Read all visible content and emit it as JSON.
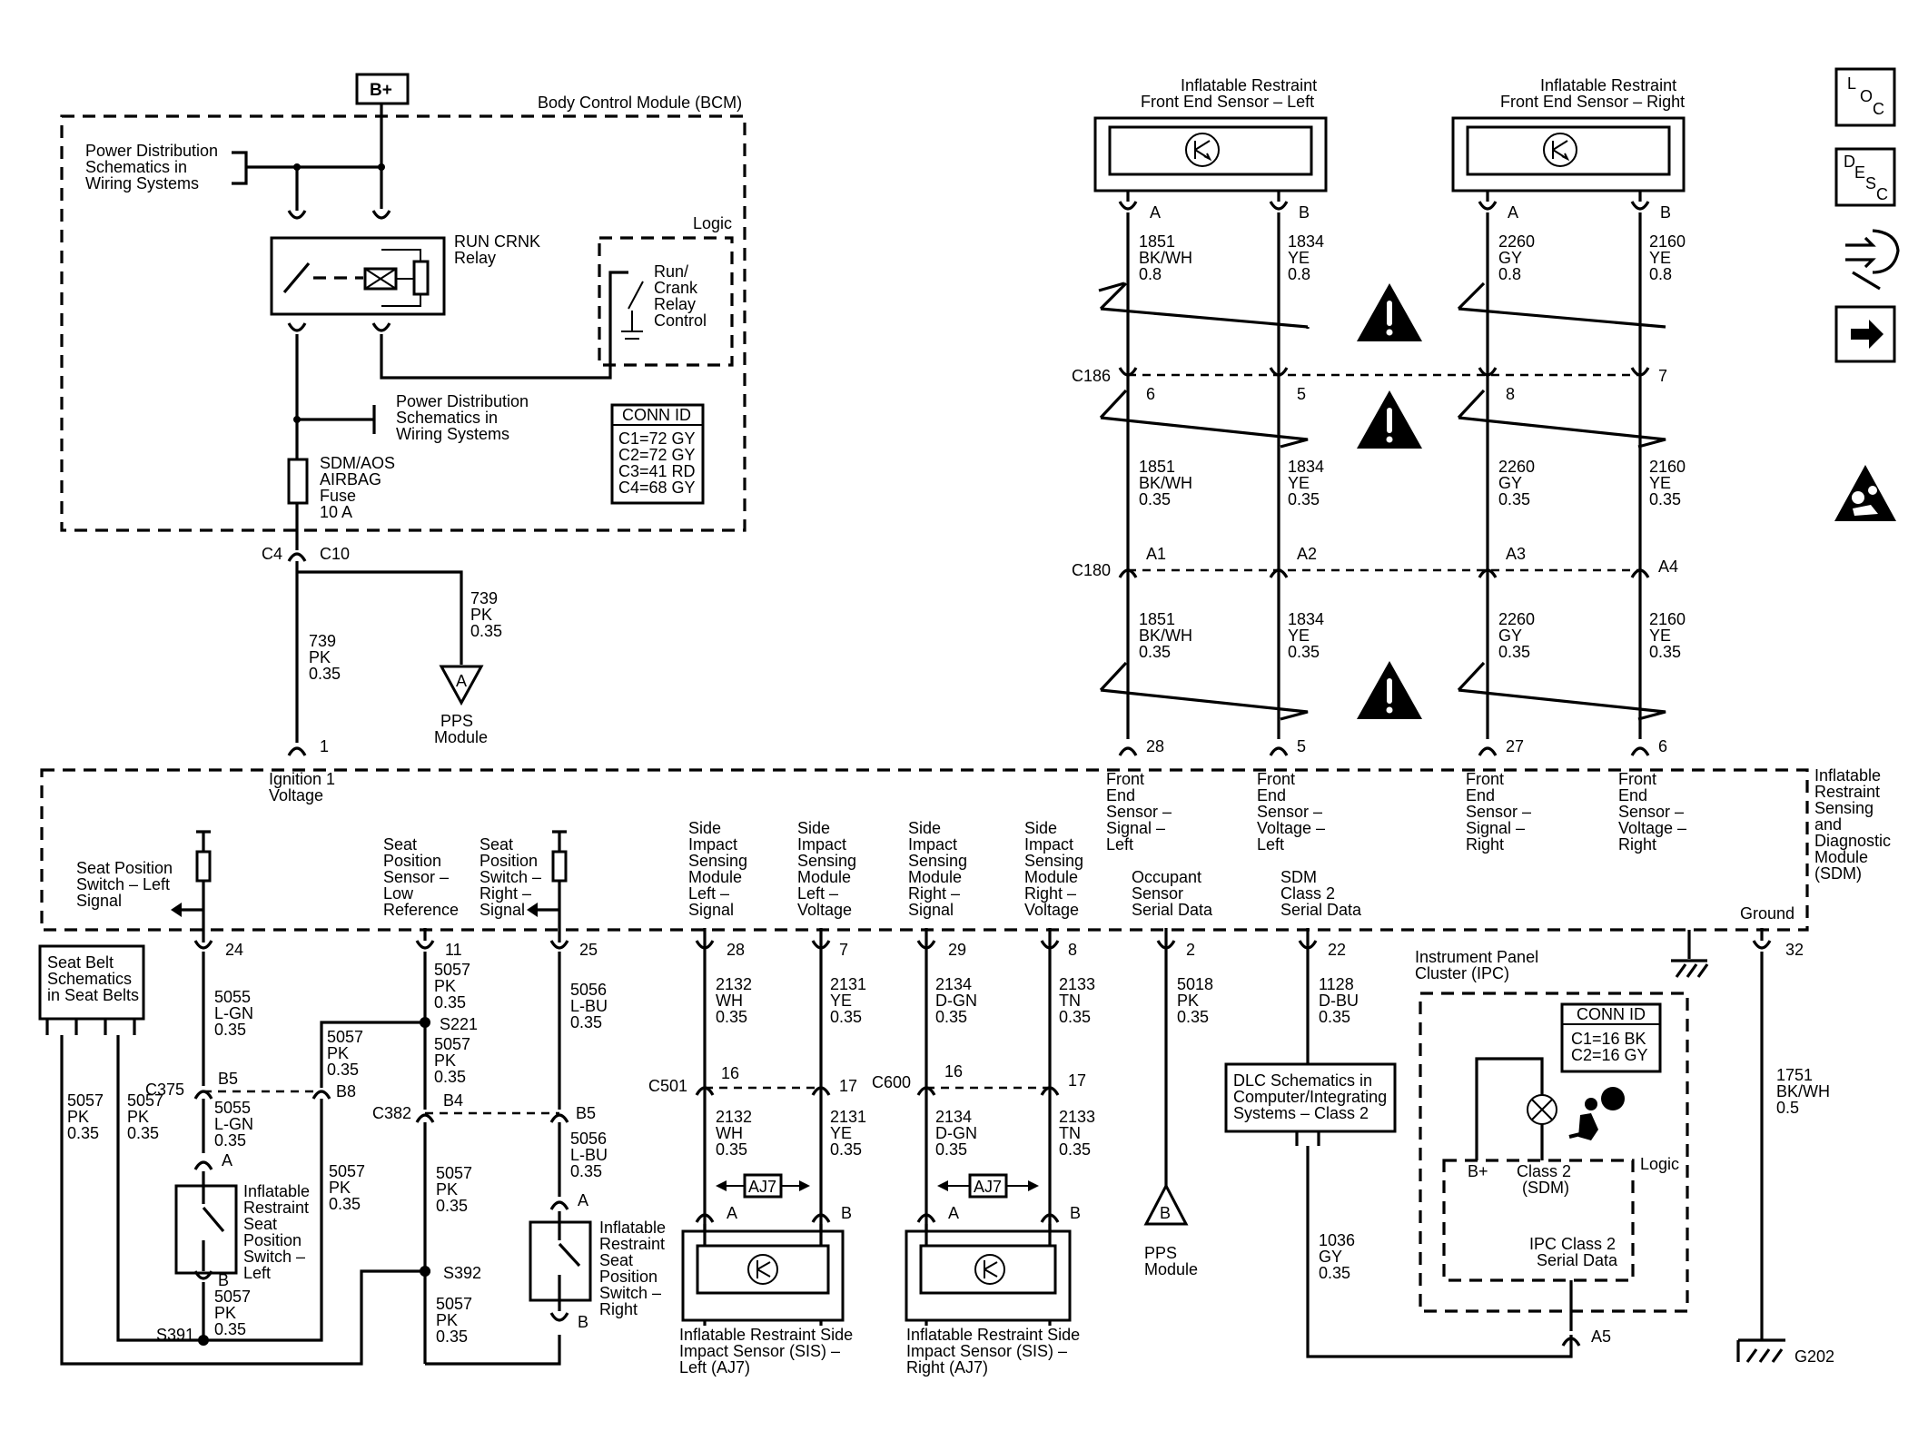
{
  "bcm": {
    "title": "Body Control Module (BCM)",
    "bplus": "B+",
    "pwr_dist_1": [
      "Power Distribution",
      "Schematics in",
      "Wiring Systems"
    ],
    "pwr_dist_2": [
      "Power Distribution",
      "Schematics in",
      "Wiring Systems"
    ],
    "relay": [
      "RUN CRNK",
      "Relay"
    ],
    "logic": "Logic",
    "relay_ctrl": [
      "Run/",
      "Crank",
      "Relay",
      "Control"
    ],
    "fuse": [
      "SDM/AOS",
      "AIRBAG",
      "Fuse",
      "10 A"
    ],
    "conn_id": {
      "title": "CONN ID",
      "lines": [
        "C1=72 GY",
        "C2=72 GY",
        "C3=41 RD",
        "C4=68 GY"
      ]
    },
    "c4": "C4",
    "c10": "C10"
  },
  "ign": {
    "wire_main": [
      "739",
      "PK",
      "0.35"
    ],
    "wire_pps": [
      "739",
      "PK",
      "0.35"
    ],
    "pps_letter": "A",
    "pps_label": [
      "PPS",
      "Module"
    ],
    "pin": "1",
    "func": [
      "Ignition 1",
      "Voltage"
    ]
  },
  "sensors": {
    "left": {
      "title": [
        "Inflatable Restraint",
        "Front End Sensor – Left"
      ],
      "pin_a": "A",
      "pin_b": "B"
    },
    "right": {
      "title": [
        "Inflatable Restraint",
        "Front End Sensor – Right"
      ],
      "pin_a": "A",
      "pin_b": "B"
    }
  },
  "front_wires": {
    "c186": "C186",
    "c180": "C180",
    "cols": [
      {
        "top": [
          "1851",
          "BK/WH",
          "0.8"
        ],
        "c186": "6",
        "mid": [
          "1851",
          "BK/WH",
          "0.35"
        ],
        "c180": "A1",
        "bot": [
          "1851",
          "BK/WH",
          "0.35"
        ],
        "pin": "28",
        "func": [
          "Front",
          "End",
          "Sensor –",
          "Signal –",
          "Left"
        ]
      },
      {
        "top": [
          "1834",
          "YE",
          "0.8"
        ],
        "c186": "5",
        "mid": [
          "1834",
          "YE",
          "0.35"
        ],
        "c180": "A2",
        "bot": [
          "1834",
          "YE",
          "0.35"
        ],
        "pin": "5",
        "func": [
          "Front",
          "End",
          "Sensor –",
          "Voltage –",
          "Left"
        ]
      },
      {
        "top": [
          "2260",
          "GY",
          "0.8"
        ],
        "c186": "8",
        "mid": [
          "2260",
          "GY",
          "0.35"
        ],
        "c180": "A3",
        "bot": [
          "2260",
          "GY",
          "0.35"
        ],
        "pin": "27",
        "func": [
          "Front",
          "End",
          "Sensor –",
          "Signal –",
          "Right"
        ]
      },
      {
        "top": [
          "2160",
          "YE",
          "0.8"
        ],
        "c186": "7",
        "mid": [
          "2160",
          "YE",
          "0.35"
        ],
        "c180": "A4",
        "bot": [
          "2160",
          "YE",
          "0.35"
        ],
        "pin": "6",
        "func": [
          "Front",
          "End",
          "Sensor –",
          "Voltage –",
          "Right"
        ]
      }
    ]
  },
  "sdm": {
    "title": [
      "Inflatable",
      "Restraint",
      "Sensing",
      "and",
      "Diagnostic",
      "Module",
      "(SDM)"
    ],
    "ground": "Ground",
    "ground_pin": "32",
    "ground_wire": [
      "1751",
      "BK/WH",
      "0.5"
    ],
    "g202": "G202"
  },
  "seat": {
    "sb_box": [
      "Seat Belt",
      "Schematics",
      "in Seat Belts"
    ],
    "left_func": [
      "Seat Position",
      "Switch – Left",
      "Signal"
    ],
    "low_ref_func": [
      "Seat",
      "Position",
      "Sensor –",
      "Low",
      "Reference"
    ],
    "right_func": [
      "Seat",
      "Position",
      "Switch –",
      "Right –",
      "Signal"
    ],
    "pin_24": "24",
    "pin_11": "11",
    "pin_25": "25",
    "w5055a": [
      "5055",
      "L-GN",
      "0.35"
    ],
    "w5057a": [
      "5057",
      "PK",
      "0.35"
    ],
    "w5056a": [
      "5056",
      "L-BU",
      "0.35"
    ],
    "s221": "S221",
    "w5057b": [
      "5057",
      "PK",
      "0.35"
    ],
    "w5057c": [
      "5057",
      "PK",
      "0.35"
    ],
    "c375": "C375",
    "c375_b5": "B5",
    "c375_b8": "B8",
    "c382": "C382",
    "c382_b4": "B4",
    "c382_b5": "B5",
    "w5055b": [
      "5055",
      "L-GN",
      "0.35"
    ],
    "w5056b": [
      "5056",
      "L-BU",
      "0.35"
    ],
    "w5057d": [
      "5057",
      "PK",
      "0.35"
    ],
    "w5057e": [
      "5057",
      "PK",
      "0.35"
    ],
    "w5057f": [
      "5057",
      "PK",
      "0.35"
    ],
    "w5057g": [
      "5057",
      "PK",
      "0.35"
    ],
    "w5057h": [
      "5057",
      "PK",
      "0.35"
    ],
    "w5057i": [
      "5057",
      "PK",
      "0.35"
    ],
    "sw_left": [
      "Inflatable",
      "Restraint",
      "Seat",
      "Position",
      "Switch –",
      "Left"
    ],
    "sw_right": [
      "Inflatable",
      "Restraint",
      "Seat",
      "Position",
      "Switch –",
      "Right"
    ],
    "pin_a": "A",
    "pin_b": "B",
    "s391": "S391",
    "s392": "S392"
  },
  "side": {
    "funcs": [
      [
        "Side",
        "Impact",
        "Sensing",
        "Module",
        "Left –",
        "Signal"
      ],
      [
        "Side",
        "Impact",
        "Sensing",
        "Module",
        "Left –",
        "Voltage"
      ],
      [
        "Side",
        "Impact",
        "Sensing",
        "Module",
        "Right –",
        "Signal"
      ],
      [
        "Side",
        "Impact",
        "Sensing",
        "Module",
        "Right –",
        "Voltage"
      ]
    ],
    "pins": [
      "28",
      "7",
      "29",
      "8"
    ],
    "wires_top": [
      [
        "2132",
        "WH",
        "0.35"
      ],
      [
        "2131",
        "YE",
        "0.35"
      ],
      [
        "2134",
        "D-GN",
        "0.35"
      ],
      [
        "2133",
        "TN",
        "0.35"
      ]
    ],
    "wires_bot": [
      [
        "2132",
        "WH",
        "0.35"
      ],
      [
        "2131",
        "YE",
        "0.35"
      ],
      [
        "2134",
        "D-GN",
        "0.35"
      ],
      [
        "2133",
        "TN",
        "0.35"
      ]
    ],
    "c501": "C501",
    "c600": "C600",
    "cpin_16": "16",
    "cpin_17": "17",
    "aj7": "AJ7",
    "pin_a": "A",
    "pin_b": "B",
    "left_label": [
      "Inflatable Restraint Side",
      "Impact Sensor (SIS) –",
      "Left (AJ7)"
    ],
    "right_label": [
      "Inflatable Restraint Side",
      "Impact Sensor (SIS) –",
      "Right (AJ7)"
    ]
  },
  "occ": {
    "func": [
      "Occupant",
      "Sensor",
      "Serial Data"
    ],
    "pin": "2",
    "wire": [
      "5018",
      "PK",
      "0.35"
    ],
    "pps_letter": "B",
    "pps_label": [
      "PPS",
      "Module"
    ]
  },
  "class2": {
    "func": [
      "SDM",
      "Class 2",
      "Serial Data"
    ],
    "pin": "22",
    "wire1": [
      "1128",
      "D-BU",
      "0.35"
    ],
    "dlc_box": [
      "DLC Schematics in",
      "Computer/Integrating",
      "Systems – Class 2"
    ],
    "wire2": [
      "1036",
      "GY",
      "0.35"
    ]
  },
  "ipc": {
    "title": [
      "Instrument Panel",
      "Cluster (IPC)"
    ],
    "conn_id": {
      "title": "CONN ID",
      "lines": [
        "C1=16 BK",
        "C2=16 GY"
      ]
    },
    "logic": "Logic",
    "bplus": "B+",
    "class2": [
      "Class 2",
      "(SDM)"
    ],
    "serial": [
      "IPC Class 2",
      "Serial Data"
    ],
    "a5": "A5"
  },
  "icons": {
    "loc": [
      "L",
      "O",
      "C"
    ],
    "desc": [
      "D",
      "E",
      "S",
      "C"
    ],
    "names": [
      "loc-icon",
      "desc-icon",
      "connector-test-icon",
      "next-arrow-icon",
      "airbag-warning-icon",
      "caution-triangle-icon"
    ]
  }
}
